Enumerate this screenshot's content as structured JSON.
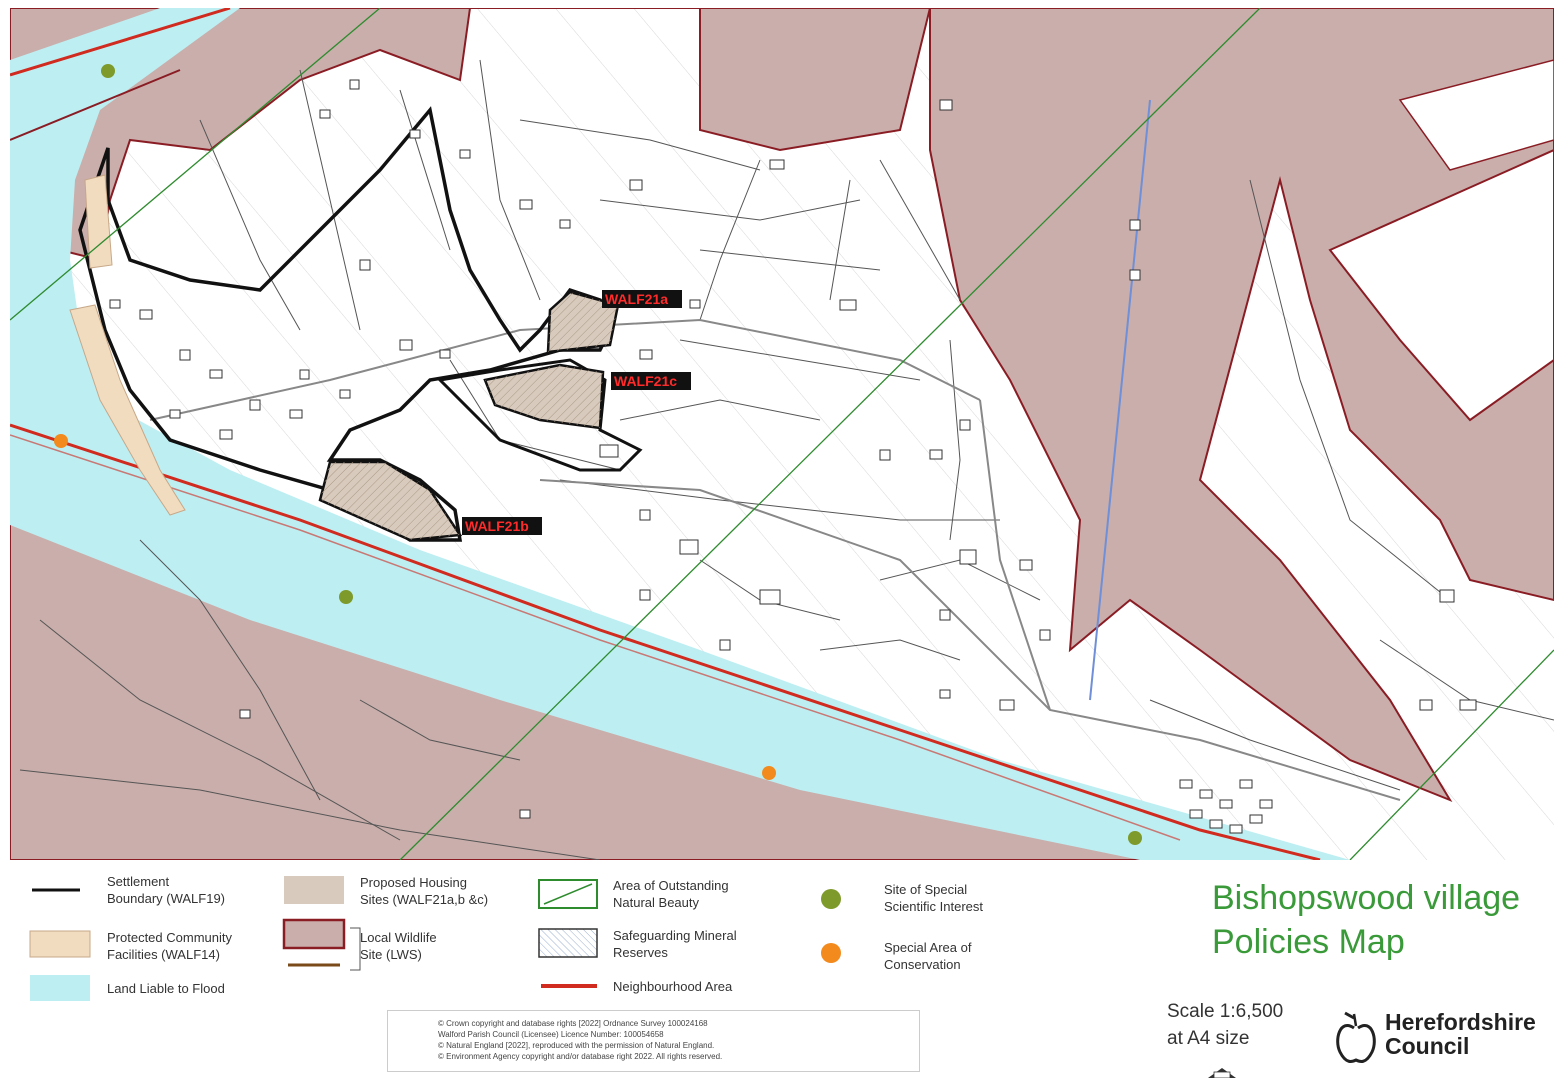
{
  "map": {
    "site_labels": [
      "WALF21a",
      "WALF21c",
      "WALF21b"
    ]
  },
  "legend": {
    "settlement_boundary": "Settlement\nBoundary (WALF19)",
    "protected_community": "Protected Community\nFacilities (WALF14)",
    "land_flood": "Land Liable to Flood",
    "proposed_housing": "Proposed Housing\nSites (WALF21a,b &c)",
    "local_wildlife": "Local Wildlife\nSite (LWS)",
    "aonb": "Area of Outstanding\nNatural Beauty",
    "mineral": "Safeguarding Mineral\nReserves",
    "neighbourhood": "Neighbourhood Area",
    "sssi": "Site of Special\nScientific Interest",
    "sac": "Special Area of\nConservation"
  },
  "title": "Bishopswood village\nPolicies Map",
  "scale": "Scale 1:6,500\nat A4 size",
  "council": "Herefordshire\nCouncil",
  "copyright": {
    "line1": "© Crown copyright and database rights [2022] Ordnance Survey 100024168",
    "line2": "Walford Parish Council (Licensee) Licence Number: 100054658",
    "line3": "© Natural England [2022], reproduced with the permission of Natural England.",
    "line4": "© Environment Agency copyright and/or database right 2022. All rights reserved."
  },
  "colors": {
    "flood": "#bdeef2",
    "wildlife_fill": "#c9aeab",
    "wildlife_edge": "#8a1c24",
    "housing_fill": "#d8cbbd",
    "community_fill": "#f2dcc0",
    "neighbourhood": "#d12a1f",
    "aonb": "#2e8b2e",
    "sssi": "#7e9a2a",
    "sac": "#f28a1e",
    "title": "#3a9a3a"
  }
}
